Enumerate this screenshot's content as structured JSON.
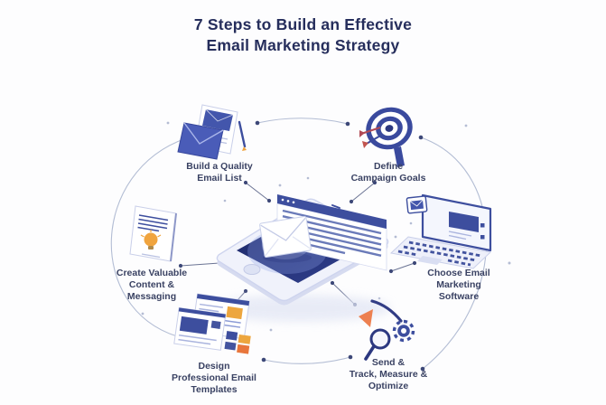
{
  "title": {
    "line1": "7 Steps to Build an Effective",
    "line2": "Email Marketing Strategy"
  },
  "steps": [
    {
      "icon": "email-list-icon",
      "lines": [
        "Build a Quality",
        "Email List"
      ]
    },
    {
      "icon": "dartboard-icon",
      "lines": [
        "Define",
        "Campaign Goals"
      ]
    },
    {
      "icon": "content-doc-icon",
      "lines": [
        "Create Valuable",
        "Content &",
        "Messaging"
      ]
    },
    {
      "icon": "laptop-icon",
      "lines": [
        "Choose Email",
        "Marketing",
        "Software"
      ]
    },
    {
      "icon": "templates-icon",
      "lines": [
        "Design",
        "Professional Email",
        "Templates"
      ]
    },
    {
      "icon": "analytics-icon",
      "lines": [
        "Send &",
        "Track, Measure &",
        "Optimize"
      ]
    }
  ],
  "illustration": {
    "center": "smartphone-with-email"
  },
  "colors": {
    "navy": "#3d4e9e",
    "dark_navy": "#273061",
    "screen_navy": "#1f2b6e",
    "orange": "#efa43e",
    "deep_orange": "#e8763c",
    "ring": "#b3bdd4",
    "dot": "#3d4878",
    "text": "#3a4263",
    "title": "#262e5c"
  }
}
